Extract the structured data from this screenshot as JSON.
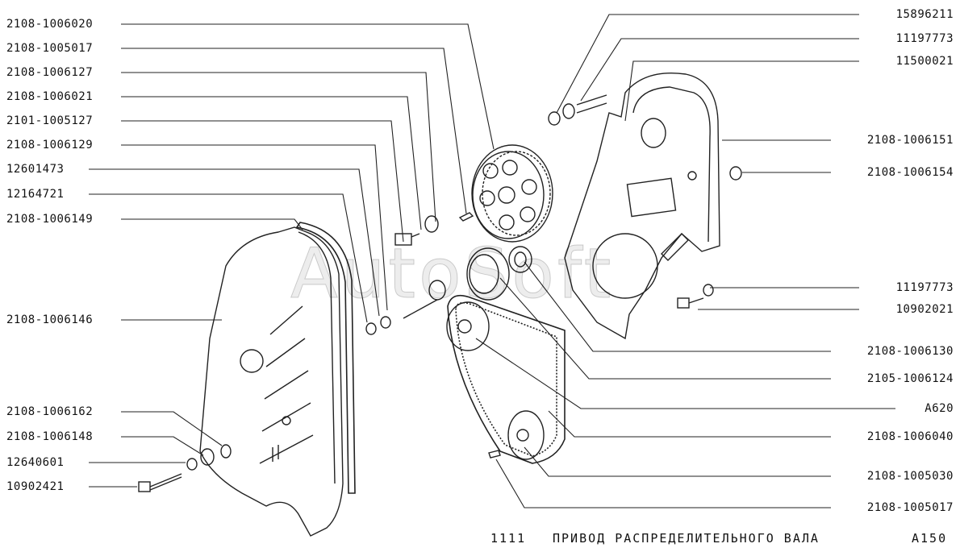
{
  "left_labels": [
    "2108-1006020",
    "2108-1005017",
    "2108-1006127",
    "2108-1006021",
    "2101-1005127",
    "2108-1006129",
    "12601473",
    "12164721",
    "2108-1006149",
    "2108-1006146",
    "2108-1006162",
    "2108-1006148",
    "12640601",
    "10902421"
  ],
  "right_labels": [
    "15896211",
    "11197773",
    "11500021",
    "2108-1006151",
    "2108-1006154",
    "11197773",
    "10902021",
    "2108-1006130",
    "2105-1006124",
    "A620",
    "2108-1006040",
    "2108-1005030",
    "2108-1005017"
  ],
  "footer": {
    "page_number": "1111",
    "title": "ПРИВОД РАСПРЕДЕЛИТЕЛЬНОГО ВАЛА",
    "code": "A150"
  },
  "watermark": "AutoSoft"
}
